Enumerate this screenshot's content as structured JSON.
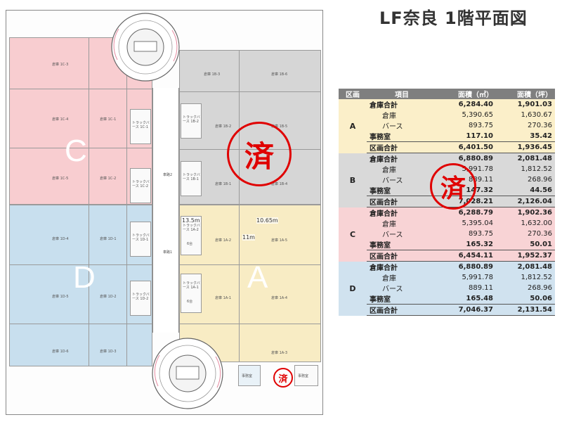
{
  "title": "LF奈良 1階平面図",
  "plan": {
    "zone_letters": {
      "A": "A",
      "C": "C",
      "D": "D"
    },
    "stamp_text": "済",
    "corridor_labels": [
      "車路2",
      "車路1"
    ],
    "truck_berths": {
      "C1": "トラックバース 1C-1",
      "C2": "トラックバース 1C-2",
      "B2": "トラックバース 1B-2",
      "B1": "トラックバース 1B-1",
      "D1": "トラックバース 1D-1",
      "D2": "トラックバース 1D-2",
      "A2": "トラックバース 1A-2",
      "A1": "トラックバース 1A-1"
    },
    "berth_counts": {
      "A2": "6台",
      "A1": "6台"
    },
    "dimensions": {
      "d1": "13.5m",
      "d2": "10.65m",
      "d3": "11m"
    },
    "rooms": {
      "c3": "倉庫 1C-3",
      "c4": "倉庫 1C-4",
      "c5": "倉庫 1C-5",
      "c1": "倉庫 1C-1",
      "c2": "倉庫 1C-2",
      "b3": "倉庫 1B-3",
      "b6": "倉庫 1B-6",
      "b2": "倉庫 1B-2",
      "b5": "倉庫 1B-5",
      "b1": "倉庫 1B-1",
      "b4": "倉庫 1B-4",
      "d4": "倉庫 1D-4",
      "d1": "倉庫 1D-1",
      "d5": "倉庫 1D-5",
      "d2": "倉庫 1D-2",
      "d6": "倉庫 1D-6",
      "d3": "倉庫 1D-3",
      "a2": "倉庫 1A-2",
      "a5": "倉庫 1A-5",
      "a1": "倉庫 1A-1",
      "a4": "倉庫 1A-4",
      "a3": "倉庫 1A-3"
    },
    "office_labels": {
      "o1": "事務室",
      "o2": "事務室"
    }
  },
  "table": {
    "headers": [
      "区画",
      "項目",
      "面積（㎡）",
      "面積（坪）"
    ],
    "groups": [
      {
        "zone": "A",
        "rows": [
          {
            "item": "倉庫合計",
            "sqm": "6,284.40",
            "tsubo": "1,901.03"
          },
          {
            "item": "倉庫",
            "sqm": "5,390.65",
            "tsubo": "1,630.67"
          },
          {
            "item": "バース",
            "sqm": "893.75",
            "tsubo": "270.36"
          },
          {
            "item": "事務室",
            "sqm": "117.10",
            "tsubo": "35.42"
          },
          {
            "item": "区画合計",
            "sqm": "6,401.50",
            "tsubo": "1,936.45"
          }
        ]
      },
      {
        "zone": "B",
        "rows": [
          {
            "item": "倉庫合計",
            "sqm": "6,880.89",
            "tsubo": "2,081.48"
          },
          {
            "item": "倉庫",
            "sqm": "5,991.78",
            "tsubo": "1,812.52"
          },
          {
            "item": "バース",
            "sqm": "889.11",
            "tsubo": "268.96"
          },
          {
            "item": "事務室",
            "sqm": "147.32",
            "tsubo": "44.56"
          },
          {
            "item": "区画合計",
            "sqm": "7,028.21",
            "tsubo": "2,126.04"
          }
        ]
      },
      {
        "zone": "C",
        "rows": [
          {
            "item": "倉庫合計",
            "sqm": "6,288.79",
            "tsubo": "1,902.36"
          },
          {
            "item": "倉庫",
            "sqm": "5,395.04",
            "tsubo": "1,632.00"
          },
          {
            "item": "バース",
            "sqm": "893.75",
            "tsubo": "270.36"
          },
          {
            "item": "事務室",
            "sqm": "165.32",
            "tsubo": "50.01"
          },
          {
            "item": "区画合計",
            "sqm": "6,454.11",
            "tsubo": "1,952.37"
          }
        ]
      },
      {
        "zone": "D",
        "rows": [
          {
            "item": "倉庫合計",
            "sqm": "6,880.89",
            "tsubo": "2,081.48"
          },
          {
            "item": "倉庫",
            "sqm": "5,991.78",
            "tsubo": "1,812.52"
          },
          {
            "item": "バース",
            "sqm": "889.11",
            "tsubo": "268.96"
          },
          {
            "item": "事務室",
            "sqm": "165.48",
            "tsubo": "50.06"
          },
          {
            "item": "区画合計",
            "sqm": "7,046.37",
            "tsubo": "2,131.54"
          }
        ]
      }
    ],
    "stamp_text": "済"
  },
  "colors": {
    "zone_a": "#f8ecc4",
    "zone_b": "#d6d6d6",
    "zone_c": "#f8cdd0",
    "zone_d": "#c8dfee",
    "stamp": "#e00000"
  }
}
